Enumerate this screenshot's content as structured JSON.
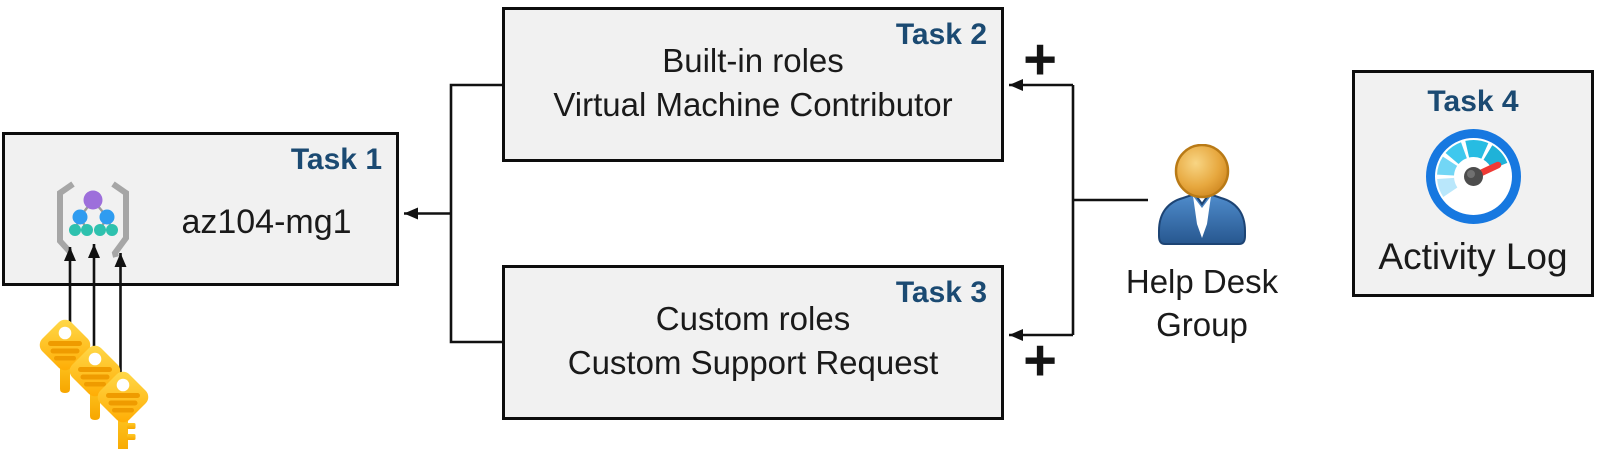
{
  "tasks": {
    "task1": {
      "badge": "Task 1",
      "name": "az104-mg1",
      "icon": "management-group-icon"
    },
    "task2": {
      "badge": "Task 2",
      "lines": [
        "Built-in roles",
        "Virtual Machine Contributor"
      ]
    },
    "task3": {
      "badge": "Task 3",
      "lines": [
        "Custom roles",
        "Custom Support Request"
      ]
    },
    "task4": {
      "badge": "Task 4",
      "caption": "Activity Log",
      "icon": "activity-log-gauge-icon"
    }
  },
  "actor": {
    "icon": "help-desk-user-icon",
    "label_line1": "Help Desk",
    "label_line2": "Group"
  },
  "symbols": {
    "plus": "+"
  },
  "icons": {
    "keys": {
      "name": "key-icon",
      "count": 3
    },
    "management_group": "bracketed org-tree",
    "activity_log": "speedometer gauge",
    "user": "person bust"
  },
  "colors": {
    "badge_text": "#1b4a72",
    "box_fill": "#f1f1f1",
    "box_border": "#0d0d0d",
    "body_text": "#1a1a1a",
    "connector_line": "#111111",
    "key_gold": "#ffb300",
    "key_stripe": "#ef9b00",
    "gauge_ring_blue": "#1778e0",
    "gauge_needle_red": "#ee3a35",
    "person_body_blue": "#2f6bad",
    "person_head_gold": "#e4a33b",
    "mg_purple": "#9d6fdb",
    "mg_blue": "#2f9cf0",
    "mg_teal": "#2ec1ae",
    "mg_bracket_gray": "#a6a6a6"
  }
}
